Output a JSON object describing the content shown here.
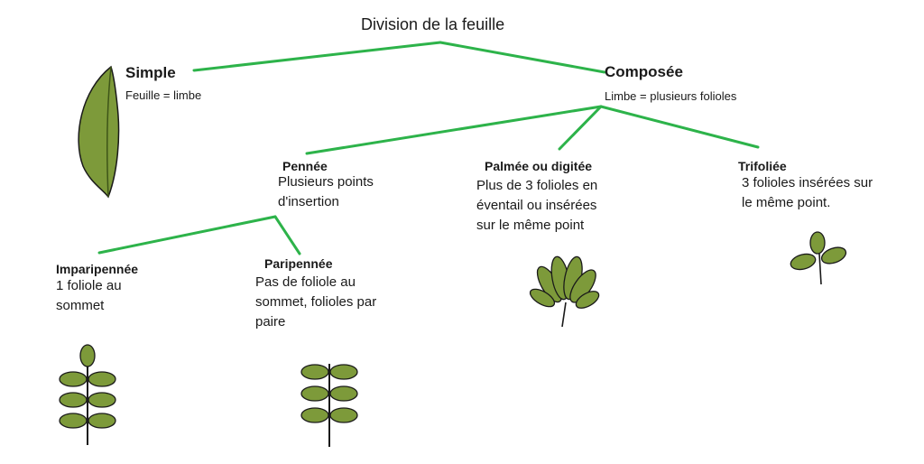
{
  "root": "Division de la feuille",
  "simple": {
    "title": "Simple",
    "desc": "Feuille = limbe"
  },
  "composee": {
    "title": "Composée",
    "desc": "Limbe = plusieurs folioles"
  },
  "pennee": {
    "title": "Pennée",
    "desc": [
      "Plusieurs points",
      "d'insertion"
    ]
  },
  "palmee": {
    "title": "Palmée ou digitée",
    "desc": [
      "Plus de 3 folioles en",
      "éventail ou insérées",
      "sur le même point"
    ]
  },
  "trifoliee": {
    "title": "Trifoliée",
    "desc": [
      "3 folioles insérées sur",
      "le même point."
    ]
  },
  "imparipennee": {
    "title": "Imparipennée",
    "desc": [
      "1 foliole au",
      "sommet"
    ]
  },
  "paripennee": {
    "title": "Paripennée",
    "desc": [
      "Pas de foliole au",
      "sommet, folioles par",
      "paire"
    ]
  },
  "colors": {
    "line": "#2db34a",
    "leaf": "#7d9a3a",
    "leaf_dark": "#4f6b22",
    "outline": "#1a1a1a"
  }
}
